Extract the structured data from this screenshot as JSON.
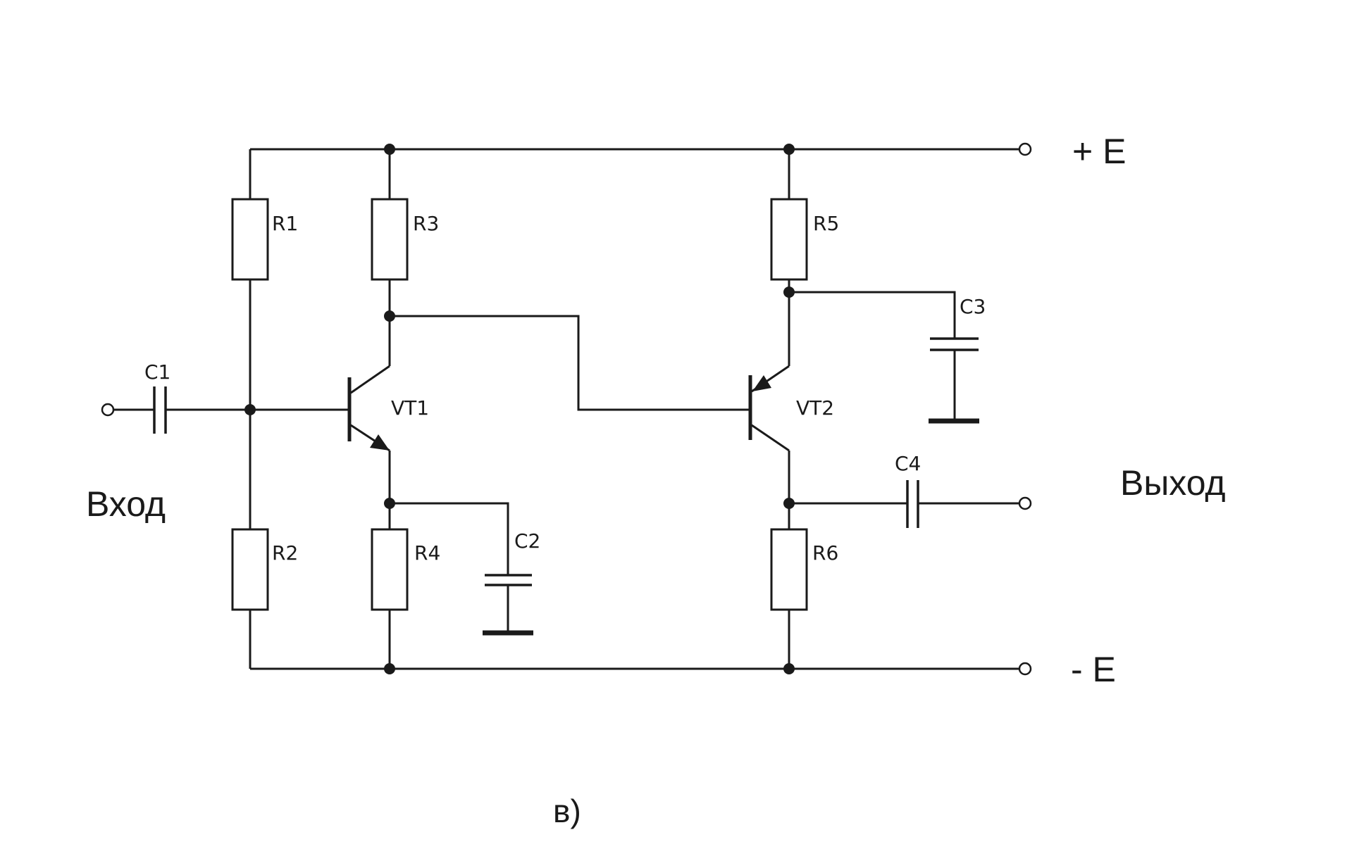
{
  "diagram": {
    "supply_positive": "+ E",
    "supply_negative": "- E",
    "input_label": "Вход",
    "output_label": "Выход",
    "caption": "в)",
    "components": {
      "R1": "R1",
      "R2": "R2",
      "R3": "R3",
      "R4": "R4",
      "R5": "R5",
      "R6": "R6",
      "C1": "C1",
      "C2": "C2",
      "C3": "C3",
      "C4": "C4",
      "VT1": "VT1",
      "VT2": "VT2"
    }
  }
}
